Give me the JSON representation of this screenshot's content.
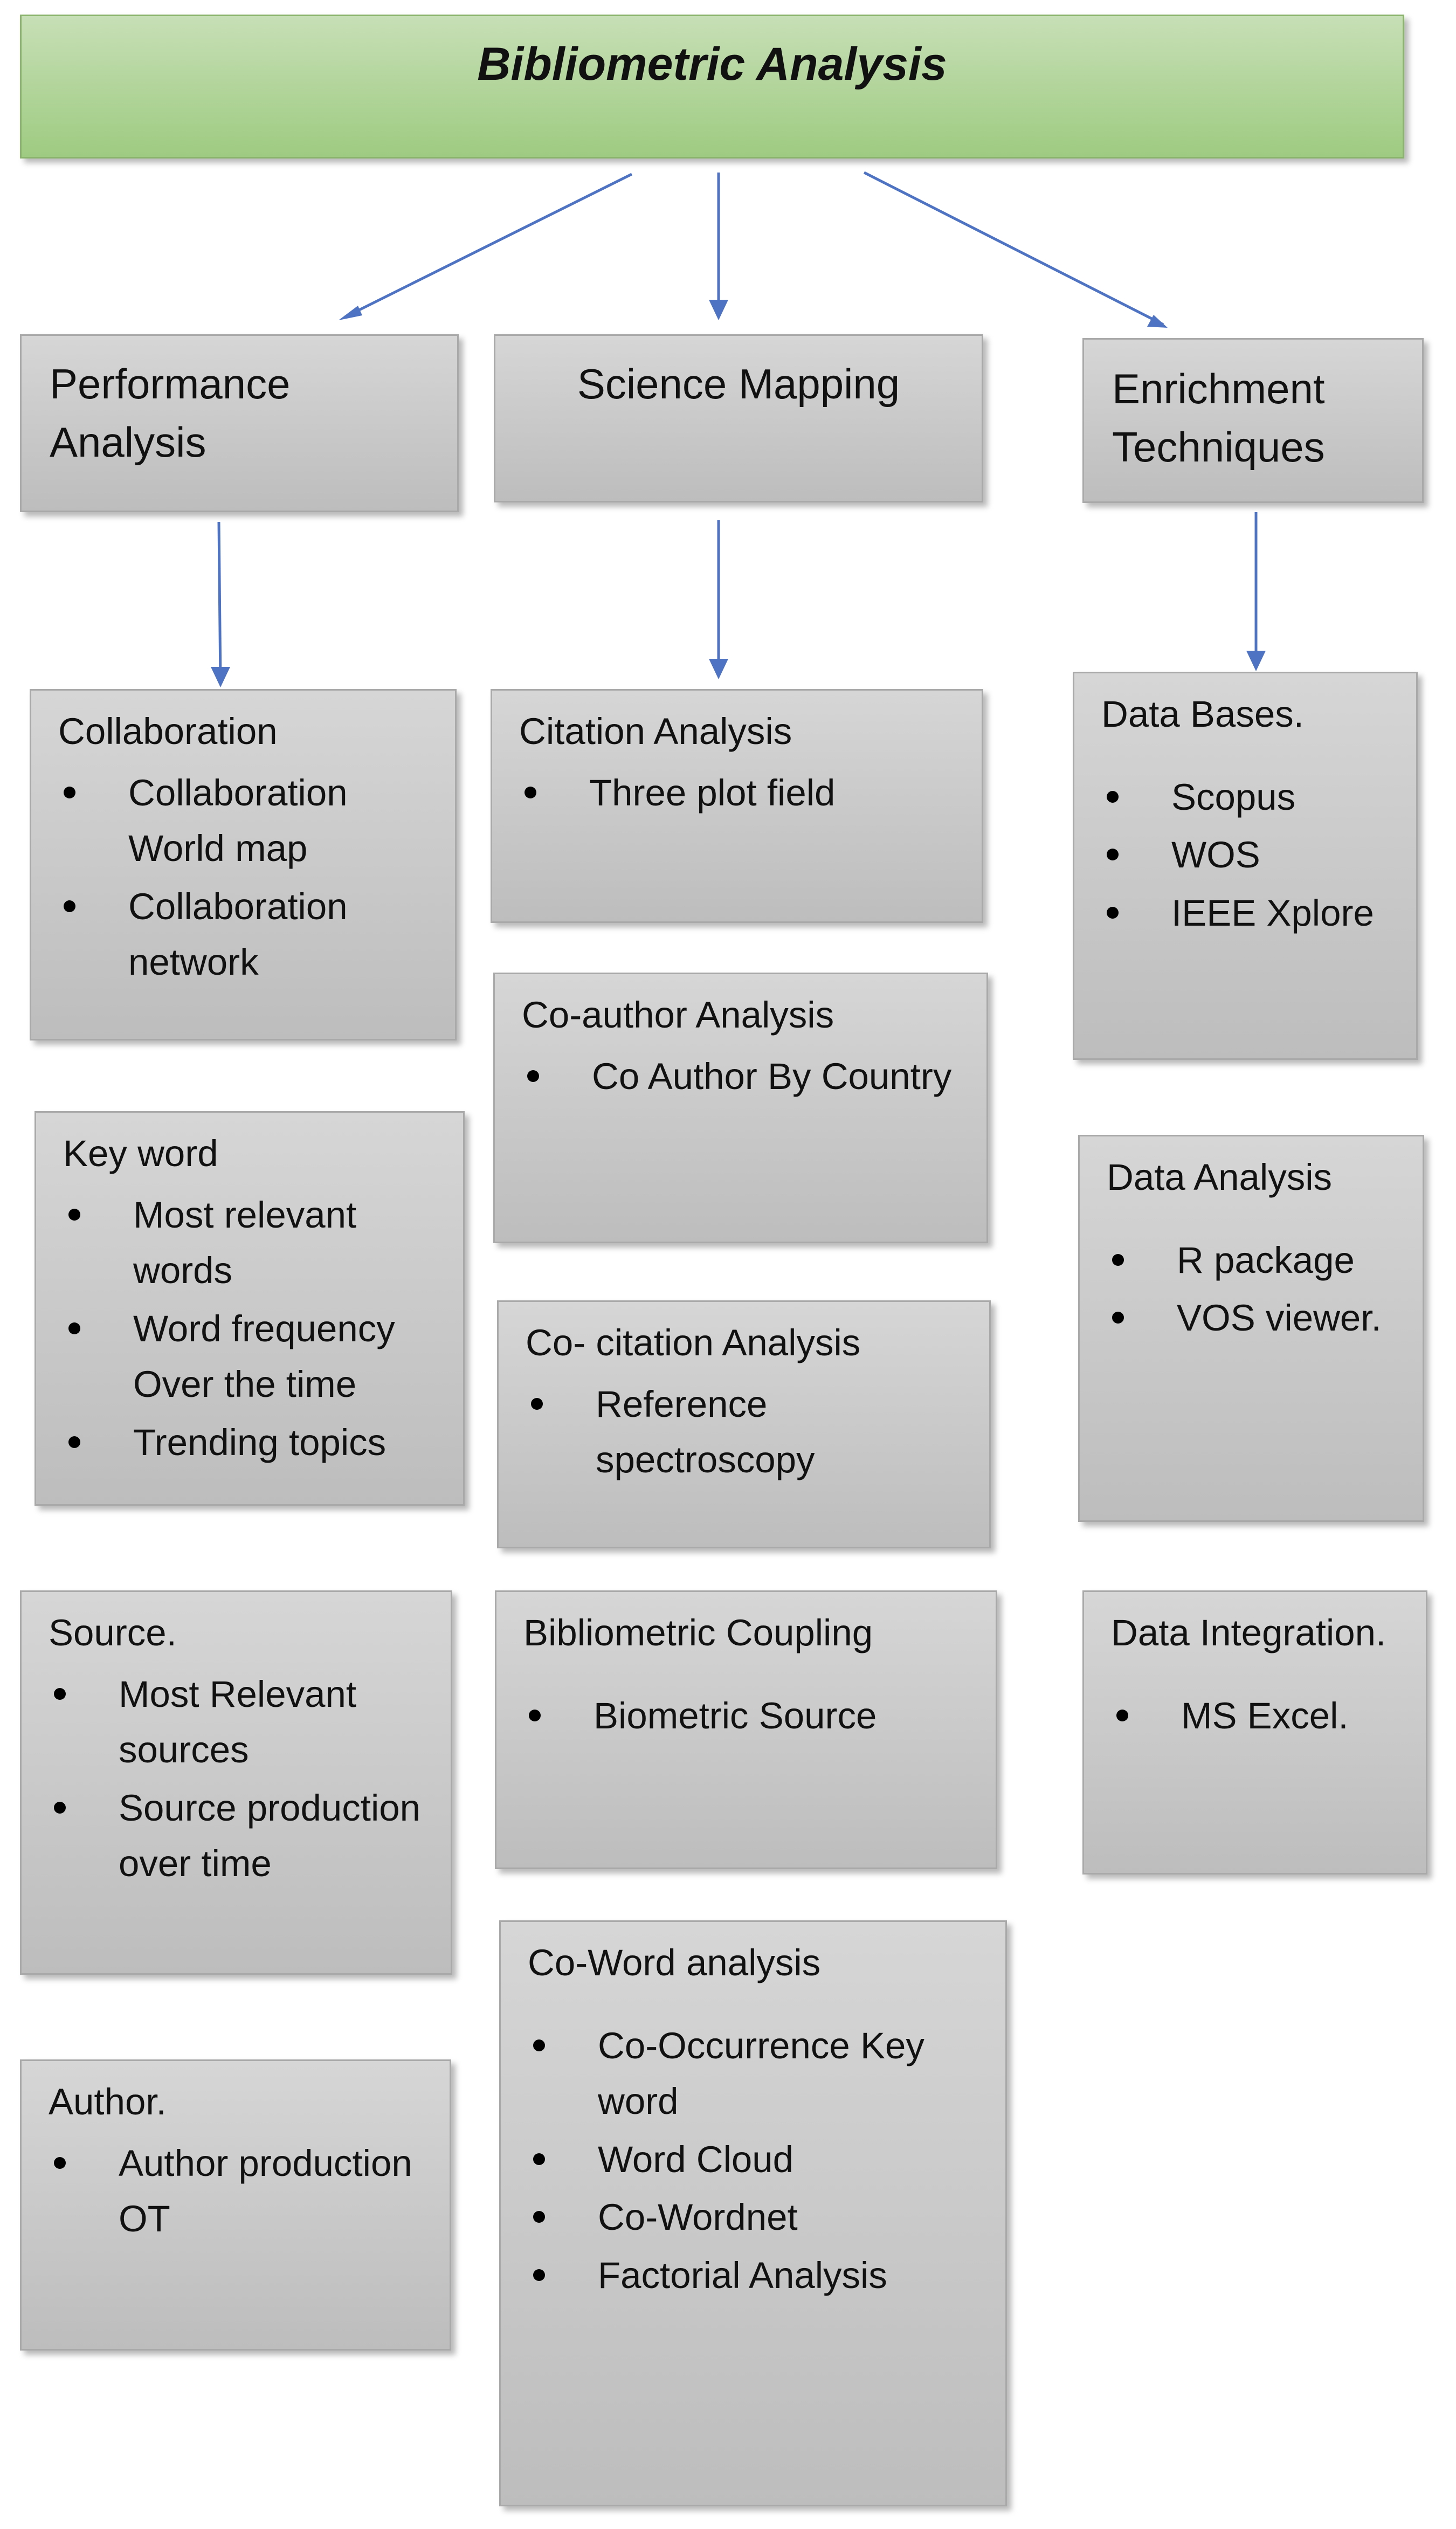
{
  "title": "Bibliometric Analysis",
  "columns": {
    "performance": {
      "label": "Performance Analysis",
      "boxes": [
        {
          "heading": "Collaboration",
          "items": [
            "Collaboration World map",
            "Collaboration network"
          ]
        },
        {
          "heading": "Key word",
          "items": [
            "Most relevant words",
            "Word frequency Over the time",
            "Trending topics"
          ]
        },
        {
          "heading": "Source.",
          "items": [
            "Most Relevant sources",
            "Source production over time"
          ]
        },
        {
          "heading": "Author.",
          "items": [
            "Author production OT"
          ]
        }
      ]
    },
    "science": {
      "label": "Science Mapping",
      "boxes": [
        {
          "heading": "Citation Analysis",
          "items": [
            "Three plot field"
          ]
        },
        {
          "heading": "Co-author Analysis",
          "items": [
            "Co Author By Country"
          ]
        },
        {
          "heading": "Co- citation Analysis",
          "items": [
            "Reference spectroscopy"
          ]
        },
        {
          "heading": "Bibliometric Coupling",
          "items": [
            "Biometric Source"
          ]
        },
        {
          "heading": "Co-Word analysis",
          "items": [
            "Co-Occurrence Key word",
            "Word Cloud",
            "Co-Wordnet",
            "Factorial Analysis"
          ]
        }
      ]
    },
    "enrichment": {
      "label": "Enrichment Techniques",
      "boxes": [
        {
          "heading": "Data Bases.",
          "items": [
            "Scopus",
            "WOS",
            "IEEE Xplore"
          ]
        },
        {
          "heading": "Data Analysis",
          "items": [
            "R package",
            "VOS viewer."
          ]
        },
        {
          "heading": "Data Integration.",
          "items": [
            "MS Excel."
          ]
        }
      ]
    }
  },
  "colors": {
    "arrow": "#4f73c3",
    "header_fill": "#a9d18e",
    "box_fill": "#c8c8c8"
  }
}
